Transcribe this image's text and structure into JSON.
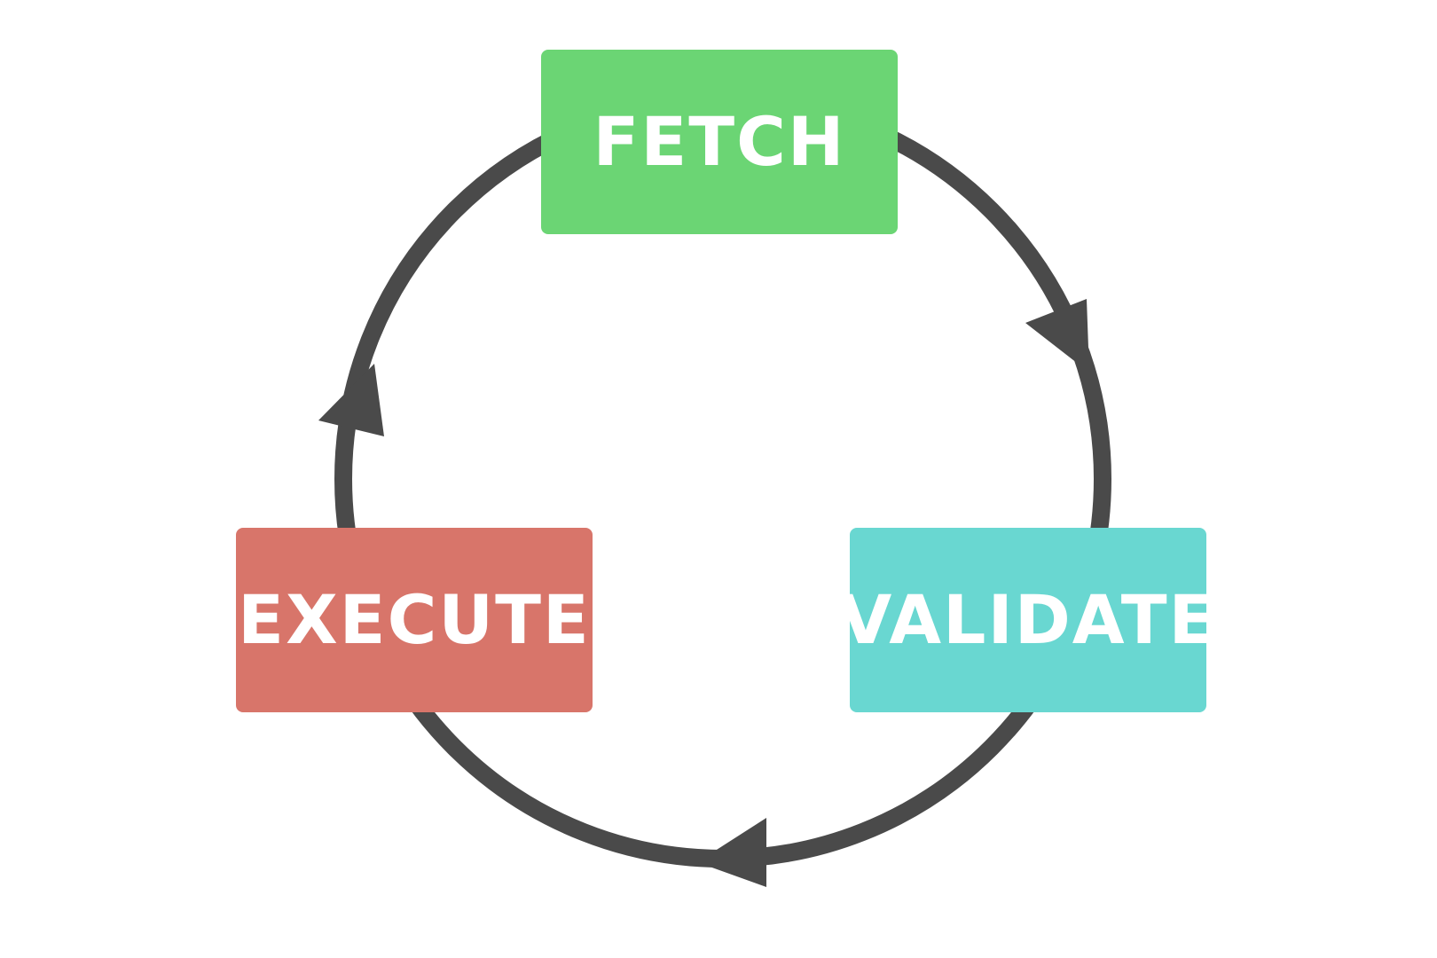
{
  "stages": {
    "fetch": {
      "label": "FETCH",
      "color": "#6BD574"
    },
    "validate": {
      "label": "VALIDATE",
      "color": "#69D7D1"
    },
    "execute": {
      "label": "EXECUTE",
      "color": "#D8756A"
    }
  },
  "cycle": {
    "order": [
      "fetch",
      "validate",
      "execute"
    ],
    "direction": "clockwise",
    "arrow_color": "#4A4A4A"
  }
}
